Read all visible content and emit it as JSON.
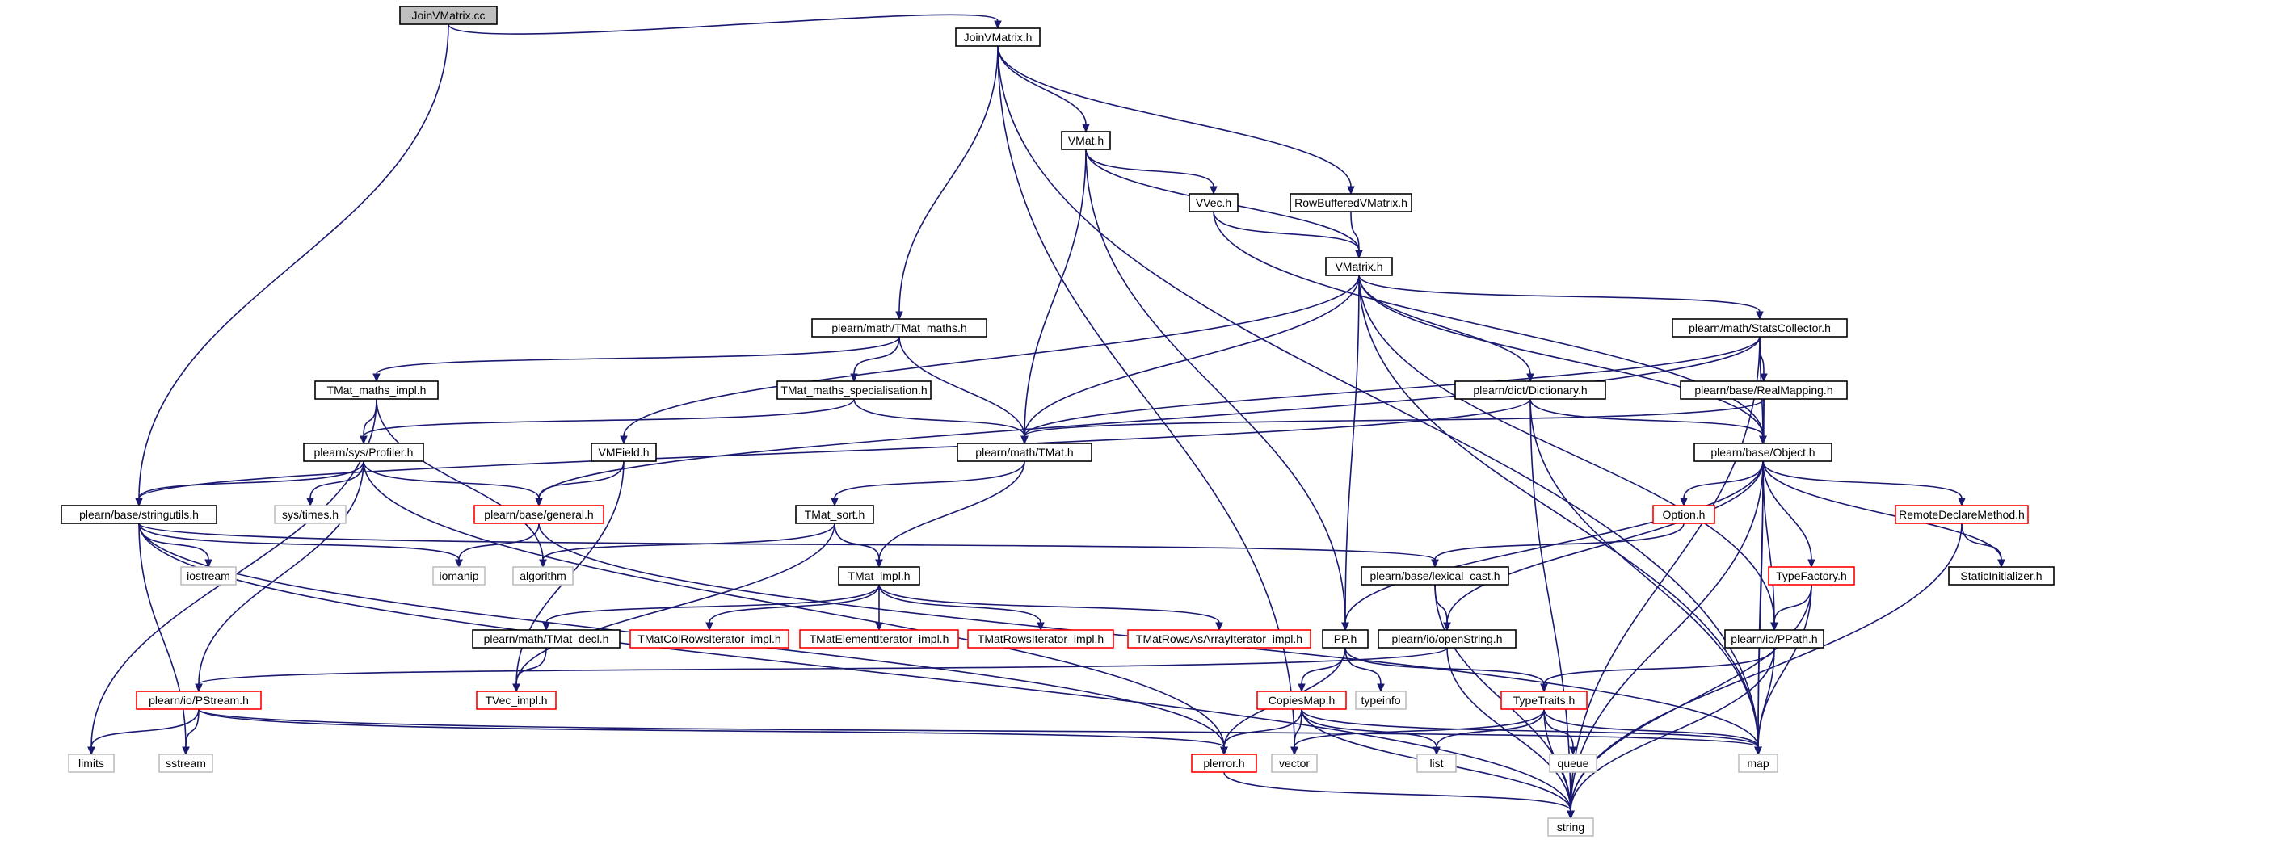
{
  "colors": {
    "edge": "#191970",
    "root_fill": "#bfbfbf",
    "box_fill": "#ffffff",
    "normal_border": "#000000",
    "truncated_border": "#ff0000",
    "system_border": "#bfbfbf"
  },
  "nodes": [
    {
      "id": "JoinVMatrix.cc",
      "label": "JoinVMatrix.cc",
      "kind": "root"
    },
    {
      "id": "JoinVMatrix.h",
      "label": "JoinVMatrix.h",
      "kind": "normal"
    },
    {
      "id": "VMat.h",
      "label": "VMat.h",
      "kind": "normal"
    },
    {
      "id": "VVec.h",
      "label": "VVec.h",
      "kind": "normal"
    },
    {
      "id": "RowBufferedVMatrix.h",
      "label": "RowBufferedVMatrix.h",
      "kind": "normal"
    },
    {
      "id": "VMatrix.h",
      "label": "VMatrix.h",
      "kind": "normal"
    },
    {
      "id": "TMat_maths.h",
      "label": "plearn/math/TMat_maths.h",
      "kind": "normal"
    },
    {
      "id": "StatsCollector.h",
      "label": "plearn/math/StatsCollector.h",
      "kind": "normal"
    },
    {
      "id": "TMat_maths_impl.h",
      "label": "TMat_maths_impl.h",
      "kind": "normal"
    },
    {
      "id": "TMat_maths_specialisation.h",
      "label": "TMat_maths_specialisation.h",
      "kind": "normal"
    },
    {
      "id": "Dictionary.h",
      "label": "plearn/dict/Dictionary.h",
      "kind": "normal"
    },
    {
      "id": "RealMapping.h",
      "label": "plearn/base/RealMapping.h",
      "kind": "normal"
    },
    {
      "id": "Profiler.h",
      "label": "plearn/sys/Profiler.h",
      "kind": "normal"
    },
    {
      "id": "VMField.h",
      "label": "VMField.h",
      "kind": "normal"
    },
    {
      "id": "TMat.h",
      "label": "plearn/math/TMat.h",
      "kind": "normal"
    },
    {
      "id": "Object.h",
      "label": "plearn/base/Object.h",
      "kind": "normal"
    },
    {
      "id": "stringutils.h",
      "label": "plearn/base/stringutils.h",
      "kind": "normal"
    },
    {
      "id": "sys/times.h",
      "label": "sys/times.h",
      "kind": "system"
    },
    {
      "id": "general.h",
      "label": "plearn/base/general.h",
      "kind": "truncated"
    },
    {
      "id": "TMat_sort.h",
      "label": "TMat_sort.h",
      "kind": "normal"
    },
    {
      "id": "Option.h",
      "label": "Option.h",
      "kind": "truncated"
    },
    {
      "id": "RemoteDeclareMethod.h",
      "label": "RemoteDeclareMethod.h",
      "kind": "truncated"
    },
    {
      "id": "iostream",
      "label": "iostream",
      "kind": "system"
    },
    {
      "id": "iomanip",
      "label": "iomanip",
      "kind": "system"
    },
    {
      "id": "algorithm",
      "label": "algorithm",
      "kind": "system"
    },
    {
      "id": "TMat_impl.h",
      "label": "TMat_impl.h",
      "kind": "normal"
    },
    {
      "id": "lexical_cast.h",
      "label": "plearn/base/lexical_cast.h",
      "kind": "normal"
    },
    {
      "id": "TypeFactory.h",
      "label": "TypeFactory.h",
      "kind": "truncated"
    },
    {
      "id": "StaticInitializer.h",
      "label": "StaticInitializer.h",
      "kind": "normal"
    },
    {
      "id": "TMat_decl.h",
      "label": "plearn/math/TMat_decl.h",
      "kind": "normal"
    },
    {
      "id": "TMatColRowsIterator_impl.h",
      "label": "TMatColRowsIterator_impl.h",
      "kind": "truncated"
    },
    {
      "id": "TMatElementIterator_impl.h",
      "label": "TMatElementIterator_impl.h",
      "kind": "truncated"
    },
    {
      "id": "TMatRowsIterator_impl.h",
      "label": "TMatRowsIterator_impl.h",
      "kind": "truncated"
    },
    {
      "id": "TMatRowsAsArrayIterator_impl.h",
      "label": "TMatRowsAsArrayIterator_impl.h",
      "kind": "truncated"
    },
    {
      "id": "PP.h",
      "label": "PP.h",
      "kind": "normal"
    },
    {
      "id": "openString.h",
      "label": "plearn/io/openString.h",
      "kind": "normal"
    },
    {
      "id": "PPath.h",
      "label": "plearn/io/PPath.h",
      "kind": "normal"
    },
    {
      "id": "PStream.h",
      "label": "plearn/io/PStream.h",
      "kind": "truncated"
    },
    {
      "id": "TVec_impl.h",
      "label": "TVec_impl.h",
      "kind": "truncated"
    },
    {
      "id": "CopiesMap.h",
      "label": "CopiesMap.h",
      "kind": "truncated"
    },
    {
      "id": "typeinfo",
      "label": "typeinfo",
      "kind": "system"
    },
    {
      "id": "TypeTraits.h",
      "label": "TypeTraits.h",
      "kind": "truncated"
    },
    {
      "id": "limits",
      "label": "limits",
      "kind": "system"
    },
    {
      "id": "sstream",
      "label": "sstream",
      "kind": "system"
    },
    {
      "id": "pl_error.h",
      "label": "plerror.h",
      "kind": "truncated"
    },
    {
      "id": "vector",
      "label": "vector",
      "kind": "system"
    },
    {
      "id": "list",
      "label": "list",
      "kind": "system"
    },
    {
      "id": "queue",
      "label": "queue",
      "kind": "system"
    },
    {
      "id": "map",
      "label": "map",
      "kind": "system"
    },
    {
      "id": "string",
      "label": "string",
      "kind": "system"
    }
  ],
  "edges": [
    [
      "JoinVMatrix.cc",
      "JoinVMatrix.h"
    ],
    [
      "JoinVMatrix.cc",
      "stringutils.h"
    ],
    [
      "JoinVMatrix.h",
      "VMat.h"
    ],
    [
      "JoinVMatrix.h",
      "RowBufferedVMatrix.h"
    ],
    [
      "JoinVMatrix.h",
      "TMat_maths.h"
    ],
    [
      "JoinVMatrix.h",
      "vector"
    ],
    [
      "JoinVMatrix.h",
      "map"
    ],
    [
      "VMat.h",
      "VVec.h"
    ],
    [
      "VMat.h",
      "VMatrix.h"
    ],
    [
      "VMat.h",
      "TMat.h"
    ],
    [
      "VMat.h",
      "PP.h"
    ],
    [
      "VVec.h",
      "VMatrix.h"
    ],
    [
      "VVec.h",
      "Object.h"
    ],
    [
      "RowBufferedVMatrix.h",
      "VMatrix.h"
    ],
    [
      "VMatrix.h",
      "StatsCollector.h"
    ],
    [
      "VMatrix.h",
      "Dictionary.h"
    ],
    [
      "VMatrix.h",
      "VMField.h"
    ],
    [
      "VMatrix.h",
      "TMat.h"
    ],
    [
      "VMatrix.h",
      "Object.h"
    ],
    [
      "VMatrix.h",
      "PP.h"
    ],
    [
      "VMatrix.h",
      "PPath.h"
    ],
    [
      "VMatrix.h",
      "map"
    ],
    [
      "TMat_maths.h",
      "TMat_maths_impl.h"
    ],
    [
      "TMat_maths.h",
      "TMat_maths_specialisation.h"
    ],
    [
      "TMat_maths.h",
      "TMat.h"
    ],
    [
      "StatsCollector.h",
      "RealMapping.h"
    ],
    [
      "StatsCollector.h",
      "TMat.h"
    ],
    [
      "StatsCollector.h",
      "Object.h"
    ],
    [
      "StatsCollector.h",
      "general.h"
    ],
    [
      "StatsCollector.h",
      "string"
    ],
    [
      "TMat_maths_impl.h",
      "Profiler.h"
    ],
    [
      "TMat_maths_impl.h",
      "algorithm"
    ],
    [
      "TMat_maths_impl.h",
      "limits"
    ],
    [
      "TMat_maths_specialisation.h",
      "Profiler.h"
    ],
    [
      "TMat_maths_specialisation.h",
      "TMat.h"
    ],
    [
      "Dictionary.h",
      "Object.h"
    ],
    [
      "Dictionary.h",
      "stringutils.h"
    ],
    [
      "Dictionary.h",
      "map"
    ],
    [
      "Dictionary.h",
      "string"
    ],
    [
      "RealMapping.h",
      "Object.h"
    ],
    [
      "RealMapping.h",
      "TMat.h"
    ],
    [
      "RealMapping.h",
      "map"
    ],
    [
      "Profiler.h",
      "stringutils.h"
    ],
    [
      "Profiler.h",
      "sys/times.h"
    ],
    [
      "Profiler.h",
      "general.h"
    ],
    [
      "Profiler.h",
      "PStream.h"
    ],
    [
      "Profiler.h",
      "pl_error.h"
    ],
    [
      "VMField.h",
      "general.h"
    ],
    [
      "VMField.h",
      "TVec_impl.h"
    ],
    [
      "TMat.h",
      "TMat_sort.h"
    ],
    [
      "TMat.h",
      "TMat_impl.h"
    ],
    [
      "Object.h",
      "PP.h"
    ],
    [
      "Object.h",
      "Option.h"
    ],
    [
      "Object.h",
      "RemoteDeclareMethod.h"
    ],
    [
      "Object.h",
      "TypeFactory.h"
    ],
    [
      "Object.h",
      "StaticInitializer.h"
    ],
    [
      "Object.h",
      "PPath.h"
    ],
    [
      "Object.h",
      "openString.h"
    ],
    [
      "Object.h",
      "map"
    ],
    [
      "Object.h",
      "string"
    ],
    [
      "stringutils.h",
      "iostream"
    ],
    [
      "stringutils.h",
      "iomanip"
    ],
    [
      "stringutils.h",
      "lexical_cast.h"
    ],
    [
      "stringutils.h",
      "sstream"
    ],
    [
      "stringutils.h",
      "pl_error.h"
    ],
    [
      "stringutils.h",
      "string"
    ],
    [
      "general.h",
      "iomanip"
    ],
    [
      "general.h",
      "map"
    ],
    [
      "TMat_sort.h",
      "TMat_impl.h"
    ],
    [
      "TMat_sort.h",
      "algorithm"
    ],
    [
      "TMat_sort.h",
      "TVec_impl.h"
    ],
    [
      "Option.h",
      "lexical_cast.h"
    ],
    [
      "RemoteDeclareMethod.h",
      "StaticInitializer.h"
    ],
    [
      "RemoteDeclareMethod.h",
      "string"
    ],
    [
      "TMat_impl.h",
      "TMat_decl.h"
    ],
    [
      "TMat_impl.h",
      "TMatColRowsIterator_impl.h"
    ],
    [
      "TMat_impl.h",
      "TMatElementIterator_impl.h"
    ],
    [
      "TMat_impl.h",
      "TMatRowsIterator_impl.h"
    ],
    [
      "TMat_impl.h",
      "TMatRowsAsArrayIterator_impl.h"
    ],
    [
      "lexical_cast.h",
      "openString.h"
    ],
    [
      "lexical_cast.h",
      "string"
    ],
    [
      "TypeFactory.h",
      "PPath.h"
    ],
    [
      "TypeFactory.h",
      "map"
    ],
    [
      "TypeFactory.h",
      "string"
    ],
    [
      "TMat_decl.h",
      "TVec_impl.h"
    ],
    [
      "PP.h",
      "CopiesMap.h"
    ],
    [
      "PP.h",
      "typeinfo"
    ],
    [
      "PP.h",
      "TypeTraits.h"
    ],
    [
      "PP.h",
      "pl_error.h"
    ],
    [
      "openString.h",
      "PStream.h"
    ],
    [
      "openString.h",
      "string"
    ],
    [
      "PPath.h",
      "TypeTraits.h"
    ],
    [
      "PPath.h",
      "map"
    ],
    [
      "PPath.h",
      "string"
    ],
    [
      "PStream.h",
      "limits"
    ],
    [
      "PStream.h",
      "sstream"
    ],
    [
      "PStream.h",
      "pl_error.h"
    ],
    [
      "PStream.h",
      "map"
    ],
    [
      "CopiesMap.h",
      "pl_error.h"
    ],
    [
      "CopiesMap.h",
      "vector"
    ],
    [
      "CopiesMap.h",
      "list"
    ],
    [
      "CopiesMap.h",
      "map"
    ],
    [
      "CopiesMap.h",
      "string"
    ],
    [
      "TypeTraits.h",
      "vector"
    ],
    [
      "TypeTraits.h",
      "list"
    ],
    [
      "TypeTraits.h",
      "queue"
    ],
    [
      "TypeTraits.h",
      "map"
    ],
    [
      "TypeTraits.h",
      "string"
    ],
    [
      "pl_error.h",
      "string"
    ]
  ]
}
